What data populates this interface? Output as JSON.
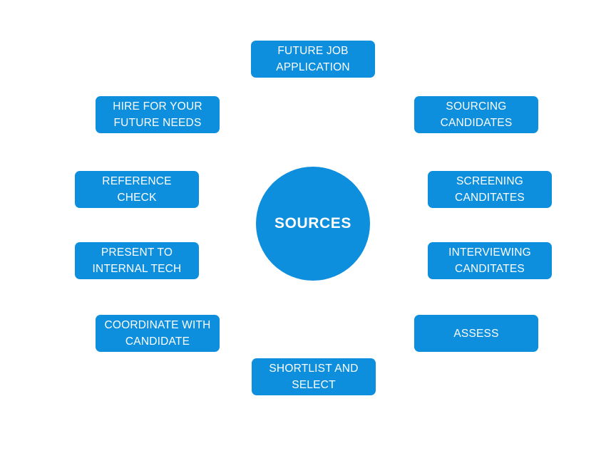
{
  "diagram": {
    "colors": {
      "accent": "#0d8fdd",
      "text": "#ffffff",
      "background": "#ffffff"
    },
    "center": {
      "label": "SOURCES"
    },
    "nodes": [
      {
        "label": "FUTURE JOB\nAPPLICATION"
      },
      {
        "label": "SOURCING\nCANDIDATES"
      },
      {
        "label": "SCREENING\nCANDITATES"
      },
      {
        "label": "INTERVIEWING\nCANDITATES"
      },
      {
        "label": "ASSESS"
      },
      {
        "label": "SHORTLIST AND\nSELECT"
      },
      {
        "label": "COORDINATE WITH\nCANDIDATE"
      },
      {
        "label": "PRESENT TO\nINTERNAL TECH"
      },
      {
        "label": "REFERENCE\nCHECK"
      },
      {
        "label": "HIRE FOR YOUR\nFUTURE NEEDS"
      }
    ]
  }
}
